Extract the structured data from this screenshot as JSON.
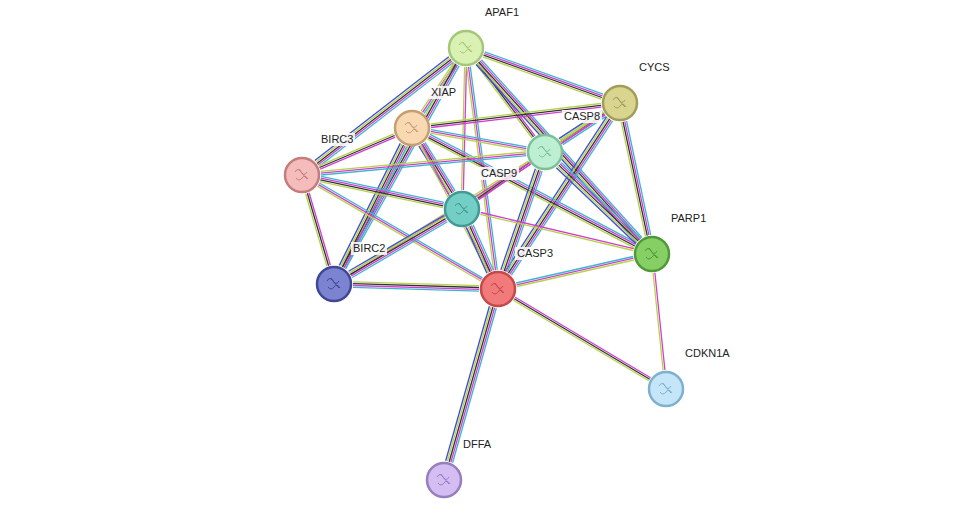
{
  "diagram": {
    "nodes": [
      {
        "text": [
          "APAF1"
        ]
      },
      {
        "text": [
          "CYCS"
        ]
      },
      {
        "text": [
          "XIAP"
        ]
      },
      {
        "text": [
          "CASP8"
        ]
      },
      {
        "text": [
          "BIRC3"
        ]
      },
      {
        "text": [
          "CASP9"
        ]
      },
      {
        "text": [
          "PARP1"
        ]
      },
      {
        "text": [
          "BIRC2"
        ]
      },
      {
        "text": [
          "CASP3"
        ]
      },
      {
        "text": [
          "CDKN1A"
        ]
      },
      {
        "text": [
          "DFFA"
        ]
      }
    ],
    "edges": [
      {
        "from": 0,
        "to": 1,
        "arrow": "none"
      },
      {
        "from": 0,
        "to": 2,
        "arrow": "none"
      },
      {
        "from": 0,
        "to": 3,
        "arrow": "none"
      },
      {
        "from": 0,
        "to": 4,
        "arrow": "none"
      },
      {
        "from": 0,
        "to": 5,
        "arrow": "none"
      },
      {
        "from": 0,
        "to": 6,
        "arrow": "none"
      },
      {
        "from": 0,
        "to": 7,
        "arrow": "none"
      },
      {
        "from": 0,
        "to": 8,
        "arrow": "none"
      },
      {
        "from": 1,
        "to": 2,
        "arrow": "none"
      },
      {
        "from": 1,
        "to": 3,
        "arrow": "none"
      },
      {
        "from": 1,
        "to": 5,
        "arrow": "none"
      },
      {
        "from": 1,
        "to": 8,
        "arrow": "none"
      },
      {
        "from": 1,
        "to": 6,
        "arrow": "none"
      },
      {
        "from": 2,
        "to": 3,
        "arrow": "none"
      },
      {
        "from": 2,
        "to": 4,
        "arrow": "none"
      },
      {
        "from": 2,
        "to": 5,
        "arrow": "none"
      },
      {
        "from": 2,
        "to": 8,
        "arrow": "none"
      },
      {
        "from": 2,
        "to": 7,
        "arrow": "none"
      },
      {
        "from": 2,
        "to": 6,
        "arrow": "none"
      },
      {
        "from": 3,
        "to": 4,
        "arrow": "none"
      },
      {
        "from": 3,
        "to": 5,
        "arrow": "none"
      },
      {
        "from": 3,
        "to": 8,
        "arrow": "none"
      },
      {
        "from": 3,
        "to": 7,
        "arrow": "none"
      },
      {
        "from": 3,
        "to": 6,
        "arrow": "none"
      },
      {
        "from": 4,
        "to": 5,
        "arrow": "none"
      },
      {
        "from": 4,
        "to": 8,
        "arrow": "none"
      },
      {
        "from": 4,
        "to": 7,
        "arrow": "none"
      },
      {
        "from": 5,
        "to": 8,
        "arrow": "none"
      },
      {
        "from": 5,
        "to": 6,
        "arrow": "none"
      },
      {
        "from": 5,
        "to": 7,
        "arrow": "none"
      },
      {
        "from": 8,
        "to": 7,
        "arrow": "none"
      },
      {
        "from": 8,
        "to": 6,
        "arrow": "none"
      },
      {
        "from": 8,
        "to": 9,
        "arrow": "none"
      },
      {
        "from": 8,
        "to": 10,
        "arrow": "none"
      },
      {
        "from": 6,
        "to": 9,
        "arrow": "none"
      }
    ]
  }
}
